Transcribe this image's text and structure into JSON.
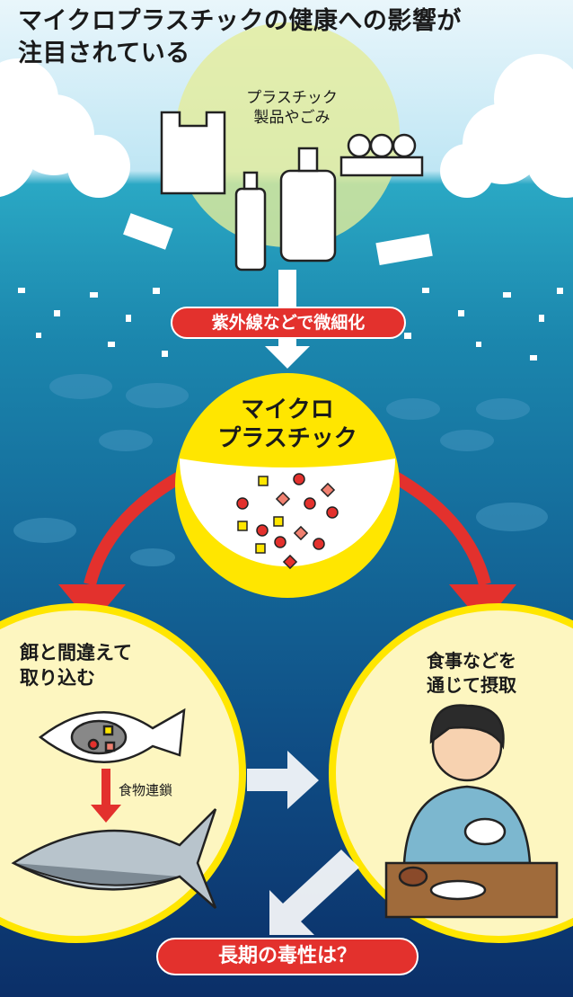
{
  "title_line1": "マイクロプラスチックの健康への影響が",
  "title_line2": "注目されている",
  "source": {
    "line1": "プラスチック",
    "line2": "製品やごみ"
  },
  "process_label": "紫外線などで微細化",
  "microplastic": {
    "line1": "マイクロ",
    "line2": "プラスチック"
  },
  "left_path": {
    "line1": "餌と間違えて",
    "line2": "取り込む",
    "food_chain": "食物連鎖"
  },
  "right_path": {
    "line1": "食事などを",
    "line2": "通じて摂取"
  },
  "question": "長期の毒性は？",
  "colors": {
    "red": "#e3312d",
    "yellow": "#ffe600",
    "pale_yellow": "#fdf6c0",
    "sea_top": "#2aa8c4",
    "sea_bottom": "#0b2f68"
  }
}
